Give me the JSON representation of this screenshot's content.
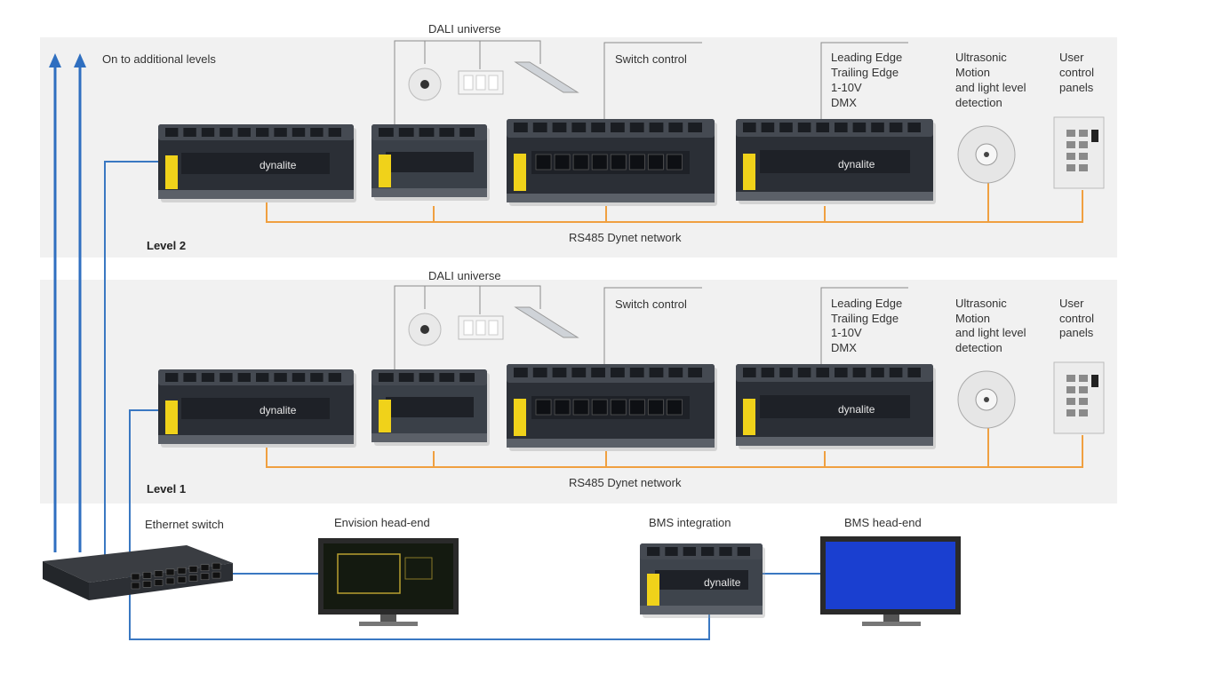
{
  "colors": {
    "dynet": "#f0a040",
    "ethernet": "#3a78c2",
    "arrow": "#2f6fc0",
    "wire": "#8a8a8a",
    "module_body": "#2b2f36",
    "module_label": "#f0d21a",
    "band": "#f1f1f1",
    "bms_screen": "#1a3fd0",
    "envision_screen": "#141a10"
  },
  "brand": "dynalite",
  "labels": {
    "additional_levels": "On to additional levels",
    "ethernet_switch": "Ethernet switch",
    "envision_head_end": "Envision head-end",
    "bms_integration": "BMS integration",
    "bms_head_end": "BMS head-end"
  },
  "levels": [
    {
      "name": "Level 2",
      "dali_universe": "DALI universe",
      "switch_control": "Switch control",
      "dimming": [
        "Leading Edge",
        "Trailing Edge",
        "1-10V",
        "DMX"
      ],
      "ultrasonic": [
        "Ultrasonic",
        "Motion",
        "and light level",
        "detection"
      ],
      "user_panels": [
        "User",
        "control",
        "panels"
      ],
      "network": "RS485 Dynet network"
    },
    {
      "name": "Level 1",
      "dali_universe": "DALI universe",
      "switch_control": "Switch control",
      "dimming": [
        "Leading Edge",
        "Trailing Edge",
        "1-10V",
        "DMX"
      ],
      "ultrasonic": [
        "Ultrasonic",
        "Motion",
        "and light level",
        "detection"
      ],
      "user_panels": [
        "User",
        "control",
        "panels"
      ],
      "network": "RS485 Dynet network"
    }
  ]
}
